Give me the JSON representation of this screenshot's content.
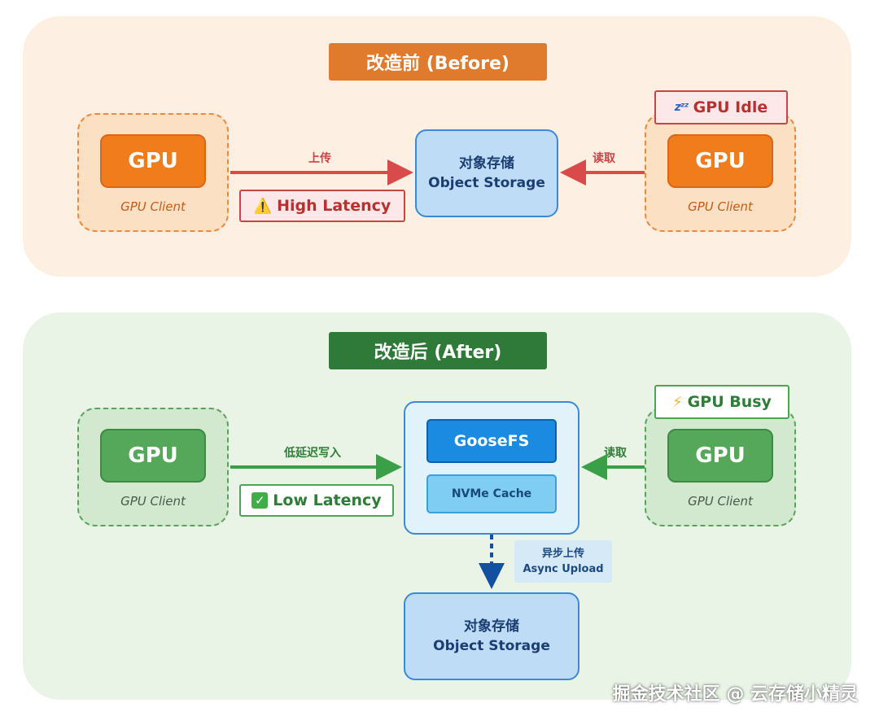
{
  "before": {
    "title": "改造前 (Before)",
    "left_client": {
      "gpu": "GPU",
      "label": "GPU Client"
    },
    "right_client": {
      "gpu": "GPU",
      "label": "GPU Client"
    },
    "storage": {
      "line1": "对象存储",
      "line2": "Object Storage"
    },
    "upload_label": "上传",
    "read_label": "读取",
    "latency_badge": "High Latency",
    "idle_badge": "GPU Idle"
  },
  "after": {
    "title": "改造后 (After)",
    "left_client": {
      "gpu": "GPU",
      "label": "GPU Client"
    },
    "right_client": {
      "gpu": "GPU",
      "label": "GPU Client"
    },
    "write_label": "低延迟写入",
    "read_label": "读取",
    "latency_badge": "Low Latency",
    "busy_badge": "GPU Busy",
    "goosefs": "GooseFS",
    "nvme": "NVMe Cache",
    "async": {
      "line1": "异步上传",
      "line2": "Async Upload"
    },
    "storage": {
      "line1": "对象存储",
      "line2": "Object Storage"
    }
  },
  "watermark": "掘金技术社区 @ 云存储小精灵",
  "colors": {
    "before_bg": "#fdf0e2",
    "after_bg": "#e9f3e6",
    "orange": "#f07c1b",
    "green": "#55a85a",
    "red": "#c94444",
    "blue": "#1a8be0"
  },
  "icons": {
    "warning": "warning-icon",
    "idle": "zzz-icon",
    "check": "check-icon",
    "busy": "lightning-icon"
  }
}
